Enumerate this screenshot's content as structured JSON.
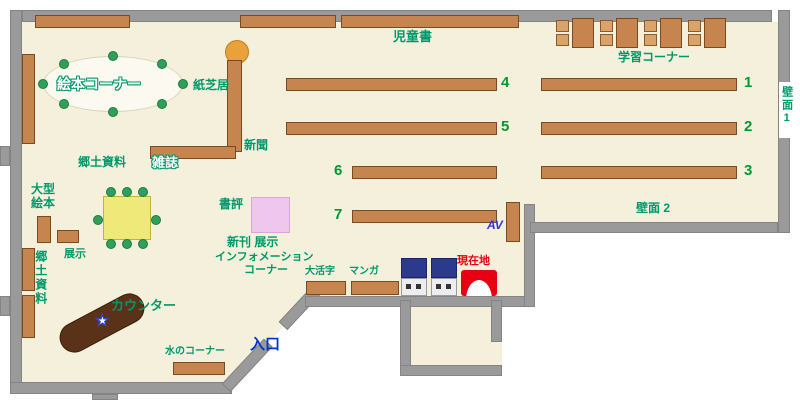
{
  "labels": {
    "ehon_corner": "絵本コーナー",
    "kamishibai": "紙芝居",
    "shinbun": "新聞",
    "kyodo_top": "郷土資料",
    "zasshi": "雑誌",
    "ogata": [
      "大型",
      "絵本"
    ],
    "tenji": "展示",
    "kyodo_left": "郷土資料",
    "counter": "カウンター",
    "mizu_corner": "水のコーナー",
    "entrance": "入口",
    "jidosho": "児童書",
    "gakushu_corner": "学習コーナー",
    "shohyo": "書評",
    "shinkan_tenji": "新刊 展示",
    "information": [
      "インフォメーション",
      "コーナー"
    ],
    "daikatsuji": "大活字",
    "manga": "マンガ",
    "genzaichi": "現在地",
    "av": "AV",
    "hekimen1": "壁面1",
    "hekimen2": "壁面 2"
  },
  "shelf_numbers": {
    "n1": "1",
    "n2": "2",
    "n3": "3",
    "n4": "4",
    "n5": "5",
    "n6": "6",
    "n7": "7"
  },
  "colors": {
    "floor": "#F4F0DB",
    "wall": "#9A9A9A",
    "shelf": "#C6854F",
    "shelf_border": "#7B4B20",
    "label_green": "#00996B",
    "number_green": "#009933",
    "entrance_blue": "#0033CC",
    "location_red": "#E60012",
    "counter_brown": "#5A3218",
    "table_yellow": "#EFE97A",
    "chair_green": "#2FA05A",
    "kamishibai_orange": "#E9A23B",
    "display_pink": "#EFC7EE",
    "terminal_navy": "#2B3A8C",
    "star_blue": "#2B4BD7"
  }
}
